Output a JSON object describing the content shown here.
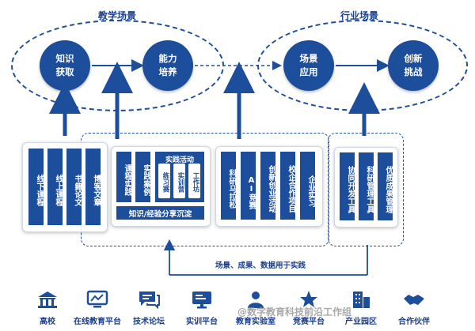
{
  "top": {
    "teaching_title": "教学场景",
    "industry_title": "行业场景",
    "circles": {
      "knowledge": "知识\n获取",
      "ability": "能力\n培养",
      "scene_app": "场景\n应用",
      "innovation": "创新\n挑战"
    }
  },
  "left_group": {
    "bars": [
      "线下课程",
      "线上课程",
      "书籍论文",
      "博客文章"
    ]
  },
  "mid_group": {
    "bars": [
      "课程实践",
      "实践案例"
    ],
    "practice_title": "实践活动",
    "practice_items": [
      "练习赛",
      "实训营",
      "工作坊"
    ],
    "bottom_bar": "知识/经验分享沉淀"
  },
  "right_mid_group": {
    "bars": [
      "科研马拉松",
      "AI竞赛",
      "创新创业活动",
      "校企合作项目",
      "企业实习"
    ]
  },
  "right_group": {
    "bars": [
      "协同开发工具",
      "科研管理工具",
      "优质成果管理"
    ]
  },
  "feedback_label": "场景、成果、数据用于实践",
  "bottom": {
    "items": [
      {
        "icon": "bank-icon",
        "label": "高校"
      },
      {
        "icon": "monitor-chart-icon",
        "label": "在线教育平台"
      },
      {
        "icon": "chat-icon",
        "label": "技术论坛"
      },
      {
        "icon": "screen-icon",
        "label": "实训平台"
      },
      {
        "icon": "people-icon",
        "label": "教育实验室"
      },
      {
        "icon": "star-icon",
        "label": "竞赛平台"
      },
      {
        "icon": "building-icon",
        "label": "产业园区"
      },
      {
        "icon": "handshake-icon",
        "label": "合作伙伴"
      }
    ]
  },
  "watermark": "@数字教育科技前沿工作组",
  "colors": {
    "primary": "#1d4e9b",
    "dark": "#1b3f8c",
    "arrow": "#1d4e9b"
  }
}
